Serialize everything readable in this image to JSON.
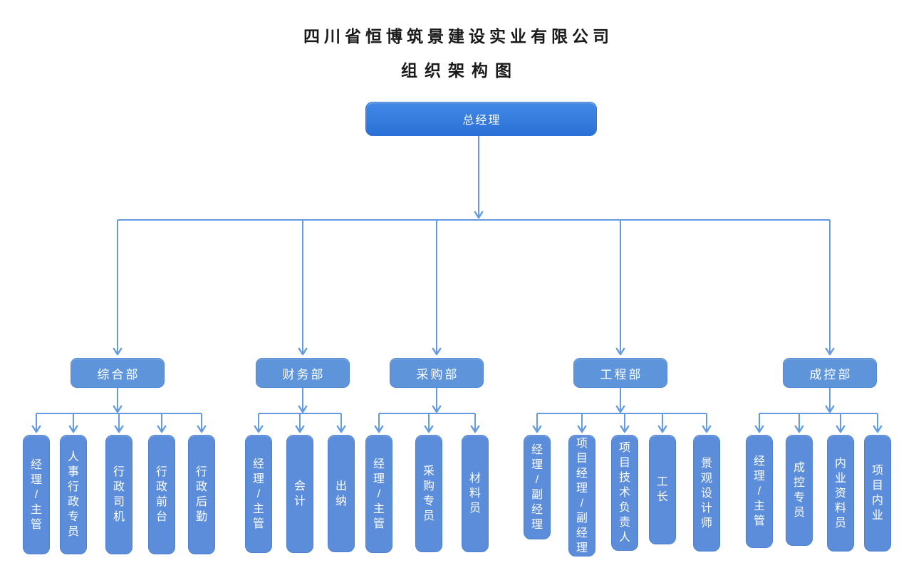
{
  "title": {
    "line1": "四川省恒博筑景建设实业有限公司",
    "line2": "组织架构图"
  },
  "root": {
    "label": "总经理"
  },
  "departments": [
    {
      "label": "综合部",
      "children": [
        "经理/主管",
        "人事行政专员",
        "行政司机",
        "行政前台",
        "行政后勤"
      ]
    },
    {
      "label": "财务部",
      "children": [
        "经理/主管",
        "会计",
        "出纳"
      ]
    },
    {
      "label": "采购部",
      "children": [
        "经理/主管",
        "采购专员",
        "材料员"
      ]
    },
    {
      "label": "工程部",
      "children": [
        "经理/副经理",
        "项目经理/副经理",
        "项目技术负责人",
        "工长",
        "景观设计师"
      ]
    },
    {
      "label": "成控部",
      "children": [
        "经理/主管",
        "成控专员",
        "内业资料员",
        "项目内业"
      ]
    }
  ],
  "colors": {
    "connector": "#639ae2",
    "leaf_fill": "#5b8dda",
    "leaf_border": "#4d80cf",
    "dept_fill": "#5e95da",
    "dept_border": "#5289d2",
    "root_top": "#4389e6",
    "root_bottom": "#2b70d6",
    "box_text": "#ffffff",
    "title_text": "#1a1a1a"
  }
}
